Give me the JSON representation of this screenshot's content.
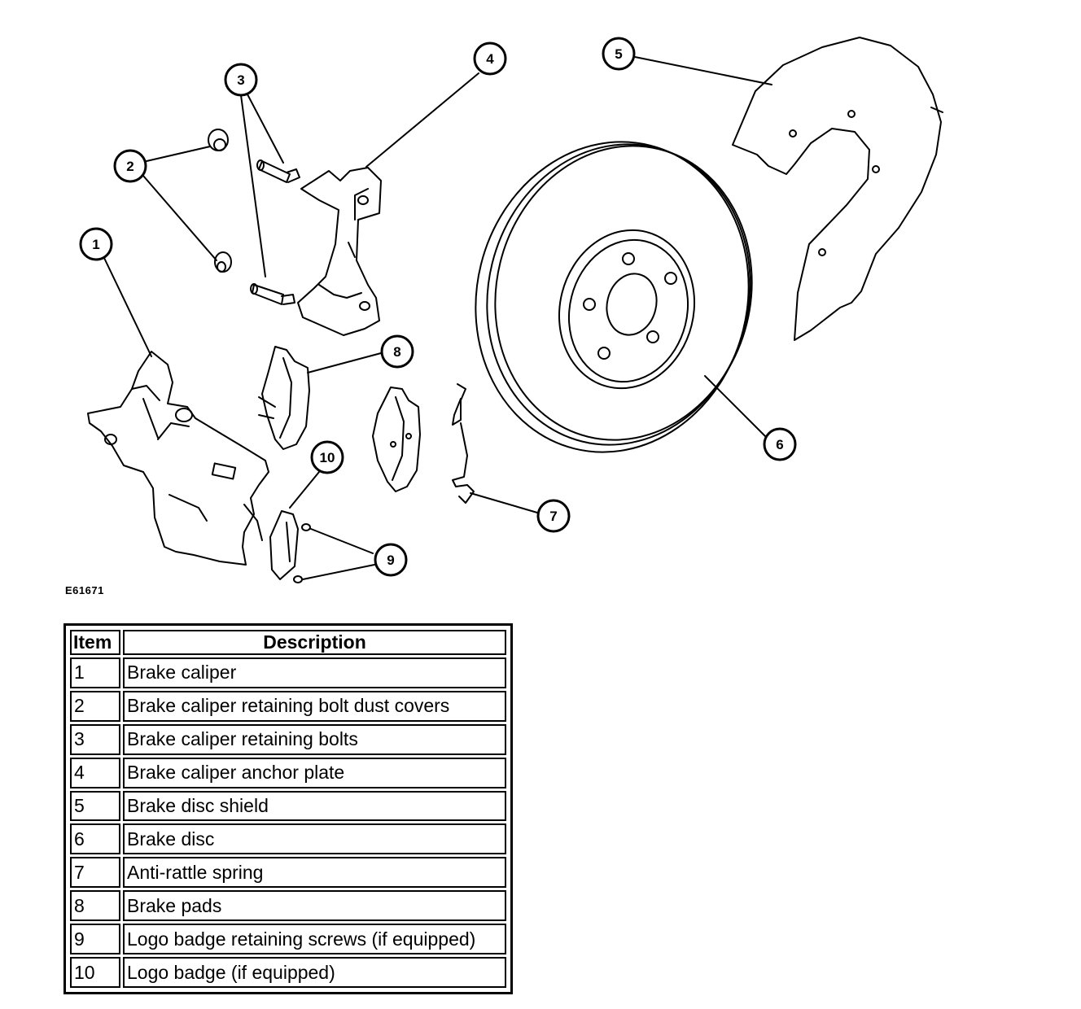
{
  "figure_id": "E61671",
  "callouts": [
    "1",
    "2",
    "3",
    "4",
    "5",
    "6",
    "7",
    "8",
    "9",
    "10"
  ],
  "legend": {
    "headers": {
      "item": "Item",
      "description": "Description"
    },
    "rows": [
      {
        "item": "1",
        "description": "Brake caliper"
      },
      {
        "item": "2",
        "description": "Brake caliper retaining bolt dust covers"
      },
      {
        "item": "3",
        "description": "Brake caliper retaining bolts"
      },
      {
        "item": "4",
        "description": "Brake caliper anchor plate"
      },
      {
        "item": "5",
        "description": "Brake disc shield"
      },
      {
        "item": "6",
        "description": "Brake disc"
      },
      {
        "item": "7",
        "description": "Anti-rattle spring"
      },
      {
        "item": "8",
        "description": "Brake pads"
      },
      {
        "item": "9",
        "description": "Logo badge retaining screws (if equipped)"
      },
      {
        "item": "10",
        "description": "Logo badge (if equipped)"
      }
    ]
  }
}
